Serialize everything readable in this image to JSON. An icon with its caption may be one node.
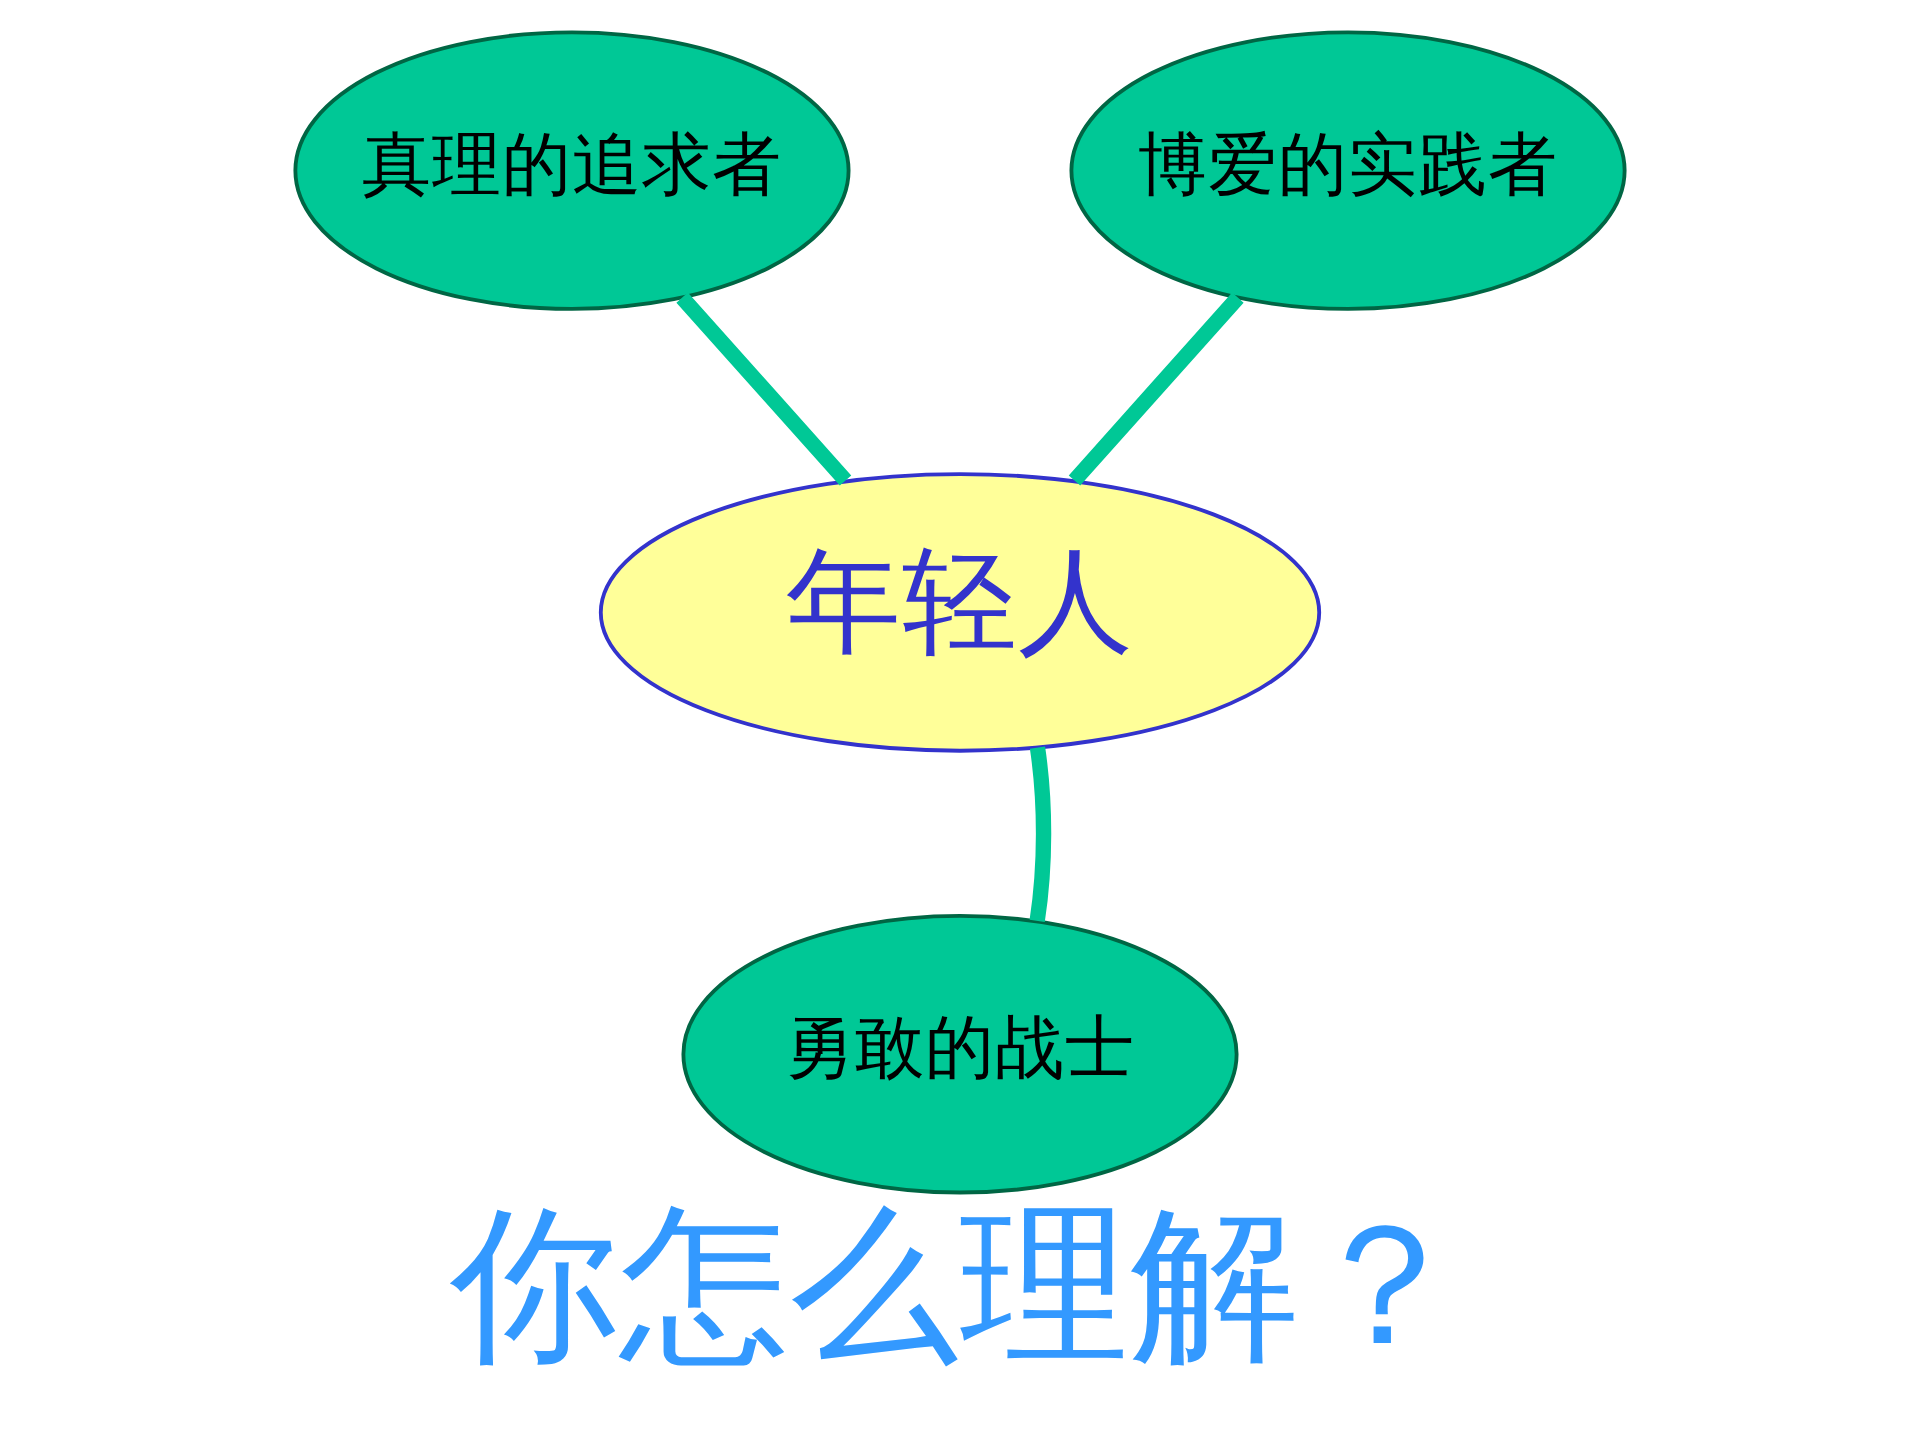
{
  "diagram": {
    "caption": "你怎么理解？",
    "nodes": [
      {
        "text": [
          "年轻人"
        ]
      },
      {
        "text": [
          "真理的追求者"
        ]
      },
      {
        "text": [
          "博爱的实践者"
        ]
      },
      {
        "text": [
          "勇敢的战士"
        ]
      }
    ],
    "edges": [
      {
        "from": 1,
        "to": 0,
        "arrow": "none"
      },
      {
        "from": 2,
        "to": 0,
        "arrow": "none"
      },
      {
        "from": 3,
        "to": 0,
        "arrow": "none"
      }
    ]
  }
}
